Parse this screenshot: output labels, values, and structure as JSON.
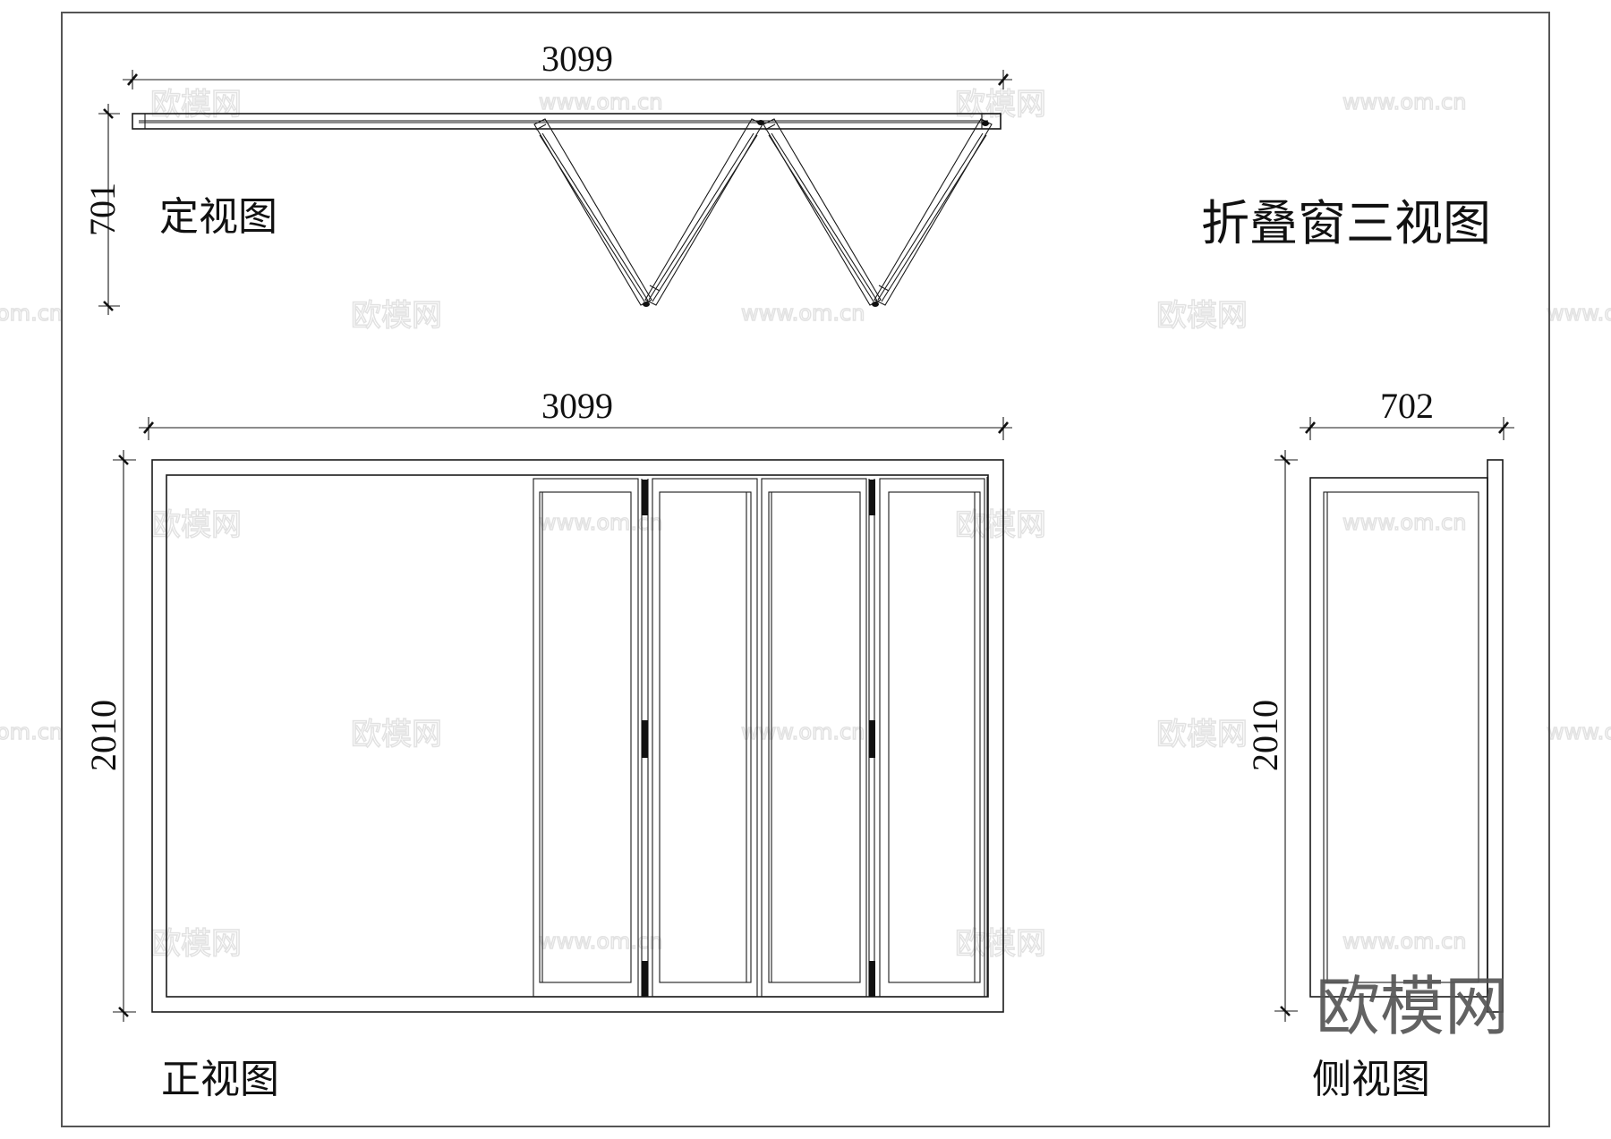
{
  "drawing": {
    "title": "折叠窗三视图",
    "views": {
      "top": {
        "label": "定视图",
        "width_dim": "3099",
        "depth_dim": "701"
      },
      "front": {
        "label": "正视图",
        "width_dim": "3099",
        "height_dim": "2010"
      },
      "side": {
        "label": "侧视图",
        "width_dim": "702",
        "height_dim": "2010"
      }
    },
    "panel_count": 4,
    "line_color": "#1a1a1a",
    "border_color": "#555555"
  },
  "watermarks": {
    "brand": "欧模网",
    "url": "www.om.cn",
    "url_partial": "om.cn",
    "corner_brand": "欧模网"
  }
}
